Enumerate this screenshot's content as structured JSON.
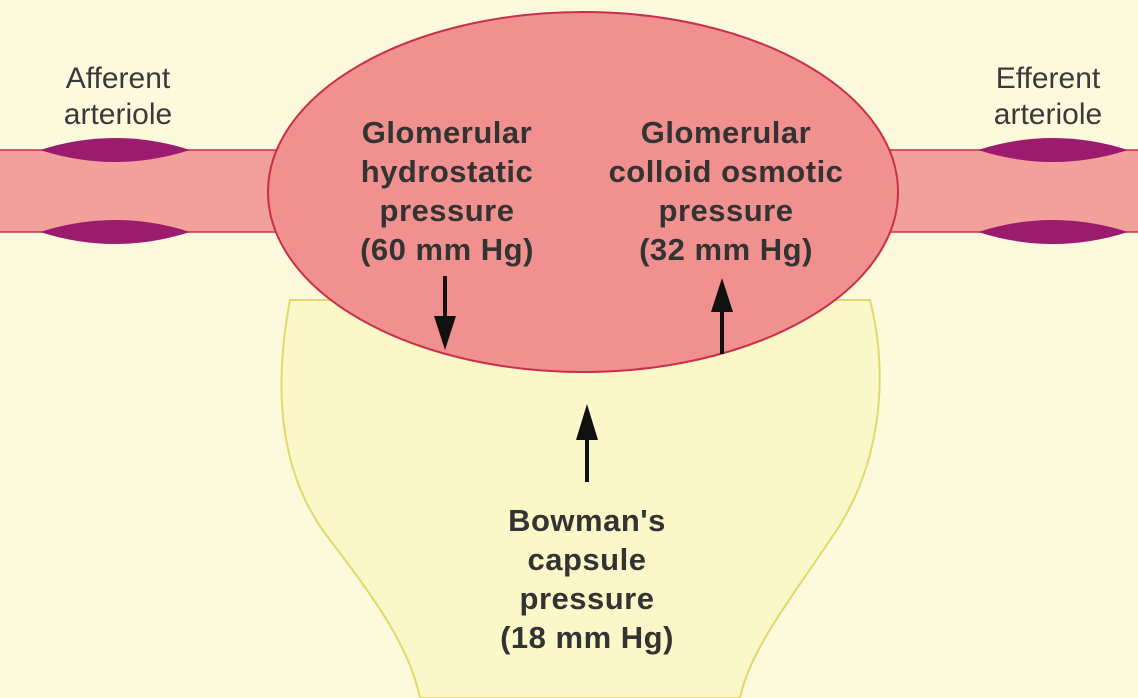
{
  "labels": {
    "afferent": [
      "Afferent",
      "arteriole"
    ],
    "efferent": [
      "Efferent",
      "arteriole"
    ],
    "glomerular_hydrostatic": [
      "Glomerular",
      "hydrostatic",
      "pressure",
      "(60 mm Hg)"
    ],
    "glomerular_colloid": [
      "Glomerular",
      "colloid osmotic",
      "pressure",
      "(32 mm Hg)"
    ],
    "bowmans": [
      "Bowman's",
      "capsule",
      "pressure",
      "(18 mm Hg)"
    ]
  },
  "colors": {
    "background": "#fdf9dc",
    "capsule_fill": "#fcf7c8",
    "capsule_stroke": "#e2d96a",
    "glomerulus_fill": "#f0908f",
    "glomerulus_stroke": "#c8304a",
    "arteriole_fill": "#f3a09c",
    "arteriole_stroke": "#c8304a",
    "muscle_fill": "#9b1c6e",
    "arrow": "#111111"
  }
}
